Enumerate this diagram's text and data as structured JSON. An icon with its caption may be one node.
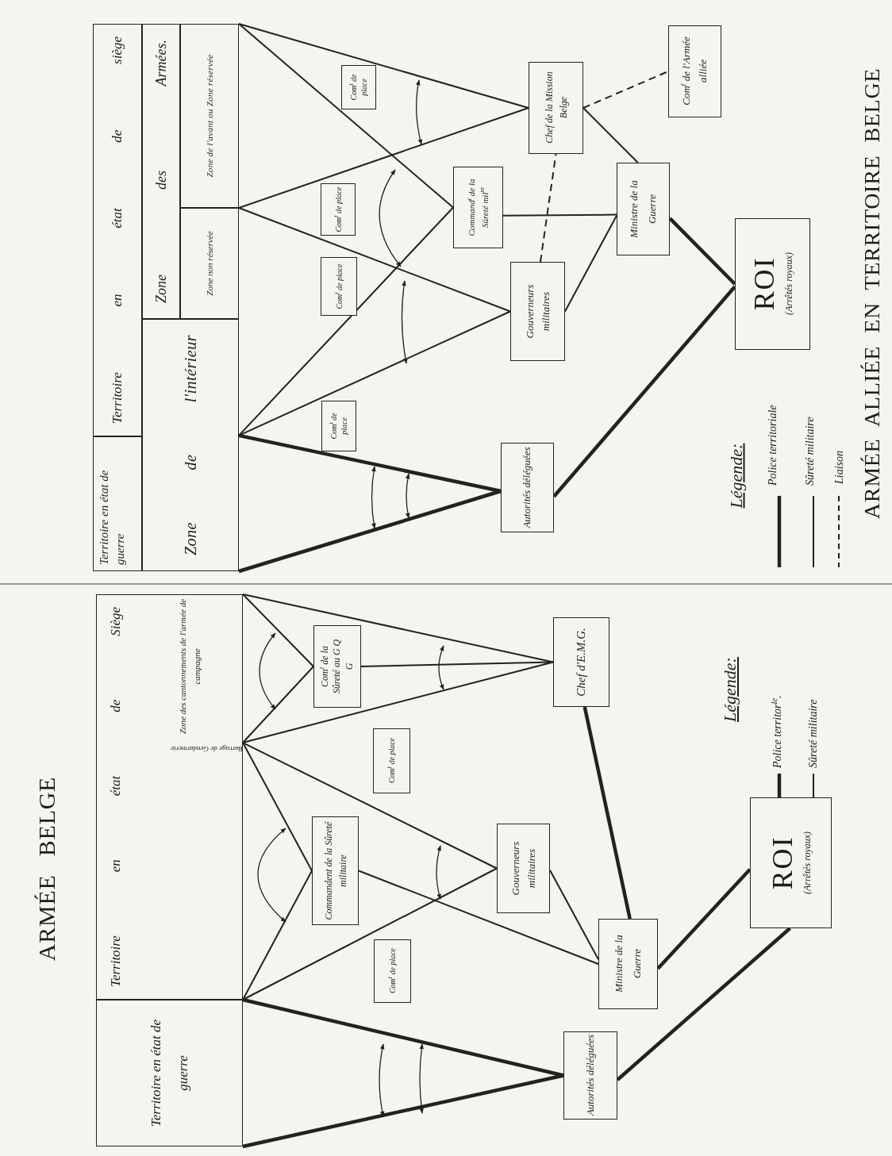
{
  "diagram": {
    "nodes": [
      {
        "text": [
          "Territoire en état de guerre"
        ]
      },
      {
        "text": [
          "Territoire en état de Siège"
        ]
      },
      {
        "text": [
          "Com$^{t}$ de la Sûreté au G Q G"
        ]
      },
      {
        "text": [
          "Commandent de la Sûreté militaire"
        ]
      },
      {
        "text": [
          "Com$^{t}$ de place"
        ]
      },
      {
        "text": [
          "Com$^{t}$ de place"
        ]
      },
      {
        "text": [
          "Gouverneurs militaires"
        ]
      },
      {
        "text": [
          "Chef d'E.M.G."
        ]
      },
      {
        "text": [
          "Ministre de la Guerre"
        ]
      },
      {
        "text": [
          "Autorités déléguées"
        ]
      },
      {
        "text": [
          "ROI",
          "(Arrêtés royaux)"
        ]
      },
      {
        "text": [
          "Territoire en état de guerre"
        ]
      },
      {
        "text": [
          "Territoire en état de siège"
        ]
      },
      {
        "text": [
          "Zone de l'intérieur"
        ]
      },
      {
        "text": [
          "Zone des Armées."
        ]
      },
      {
        "text": [
          "Zone non réservée"
        ]
      },
      {
        "text": [
          "Zone de l'avant ou Zone réservée"
        ]
      },
      {
        "text": [
          "Com$^{t}$ de place"
        ]
      },
      {
        "text": [
          "Com$^{t}$ de place"
        ]
      },
      {
        "text": [
          "Com$^{t}$ de place"
        ]
      },
      {
        "text": [
          "Com$^{t}$ de place"
        ]
      },
      {
        "text": [
          "Command$^{t}$ de la Sûreté mil$^{re}$"
        ]
      },
      {
        "text": [
          "Gouverneurs militaires"
        ]
      },
      {
        "text": [
          "Chef de la Mission Belge"
        ]
      },
      {
        "text": [
          "Autorités déléguées"
        ]
      },
      {
        "text": [
          "Ministre de la Guerre"
        ]
      },
      {
        "text": [
          "Com$^{t}$ de l'Armée alliée"
        ]
      },
      {
        "text": [
          "ROI",
          "(Arrêtés royaux)"
        ]
      }
    ],
    "edges": [
      {
        "from": 2,
        "to": 1,
        "arrow": "none"
      },
      {
        "from": 2,
        "to": 1,
        "arrow": "none"
      },
      {
        "from": 2,
        "to": 7,
        "arrow": "none"
      },
      {
        "from": 7,
        "to": 1,
        "arrow": "none"
      },
      {
        "from": 7,
        "to": 1,
        "arrow": "none"
      },
      {
        "from": 3,
        "to": 1,
        "arrow": "none"
      },
      {
        "from": 3,
        "to": 1,
        "arrow": "none"
      },
      {
        "from": 3,
        "to": 8,
        "arrow": "none"
      },
      {
        "from": 6,
        "to": 1,
        "arrow": "none"
      },
      {
        "from": 6,
        "to": 1,
        "arrow": "none"
      },
      {
        "from": 6,
        "to": 8,
        "arrow": "none"
      },
      {
        "from": 7,
        "to": 8,
        "arrow": "none",
        "style": "thick"
      },
      {
        "from": 8,
        "to": 10,
        "arrow": "none",
        "style": "thick"
      },
      {
        "from": 9,
        "to": 0,
        "arrow": "none",
        "style": "thick"
      },
      {
        "from": 9,
        "to": 0,
        "arrow": "none",
        "style": "thick"
      },
      {
        "from": 9,
        "to": 10,
        "arrow": "none",
        "style": "thick"
      },
      {
        "from": 24,
        "to": 13,
        "arrow": "none",
        "style": "thick"
      },
      {
        "from": 24,
        "to": 13,
        "arrow": "none",
        "style": "thick"
      },
      {
        "from": 21,
        "to": 16,
        "arrow": "none"
      },
      {
        "from": 21,
        "to": 13,
        "arrow": "none"
      },
      {
        "from": 23,
        "to": 16,
        "arrow": "none"
      },
      {
        "from": 23,
        "to": 16,
        "arrow": "none"
      },
      {
        "from": 22,
        "to": 15,
        "arrow": "none"
      },
      {
        "from": 22,
        "to": 13,
        "arrow": "none"
      },
      {
        "from": 21,
        "to": 25,
        "arrow": "none"
      },
      {
        "from": 22,
        "to": 25,
        "arrow": "none"
      },
      {
        "from": 22,
        "to": 23,
        "arrow": "none",
        "style": "dashed"
      },
      {
        "from": 23,
        "to": 25,
        "arrow": "none"
      },
      {
        "from": 23,
        "to": 26,
        "arrow": "none",
        "style": "dashed"
      },
      {
        "from": 25,
        "to": 27,
        "arrow": "none",
        "style": "thick"
      },
      {
        "from": 24,
        "to": 27,
        "arrow": "none",
        "style": "thick"
      }
    ],
    "labels": [
      "ARMÉE BELGE",
      "Barrage de Gendarmerie",
      "Zone des cantonnements de l'armée de campagne",
      "Légende:",
      "ARMÉE ALLIÉE EN TERRITOIRE BELGE",
      "Légende:"
    ],
    "legend": [
      {
        "text": "Police territor$^{le}$."
      },
      {
        "text": "Sûreté militaire"
      },
      {
        "text": "Police territoriale"
      },
      {
        "text": "Sûreté militaire"
      },
      {
        "text": "Liaison"
      }
    ]
  }
}
